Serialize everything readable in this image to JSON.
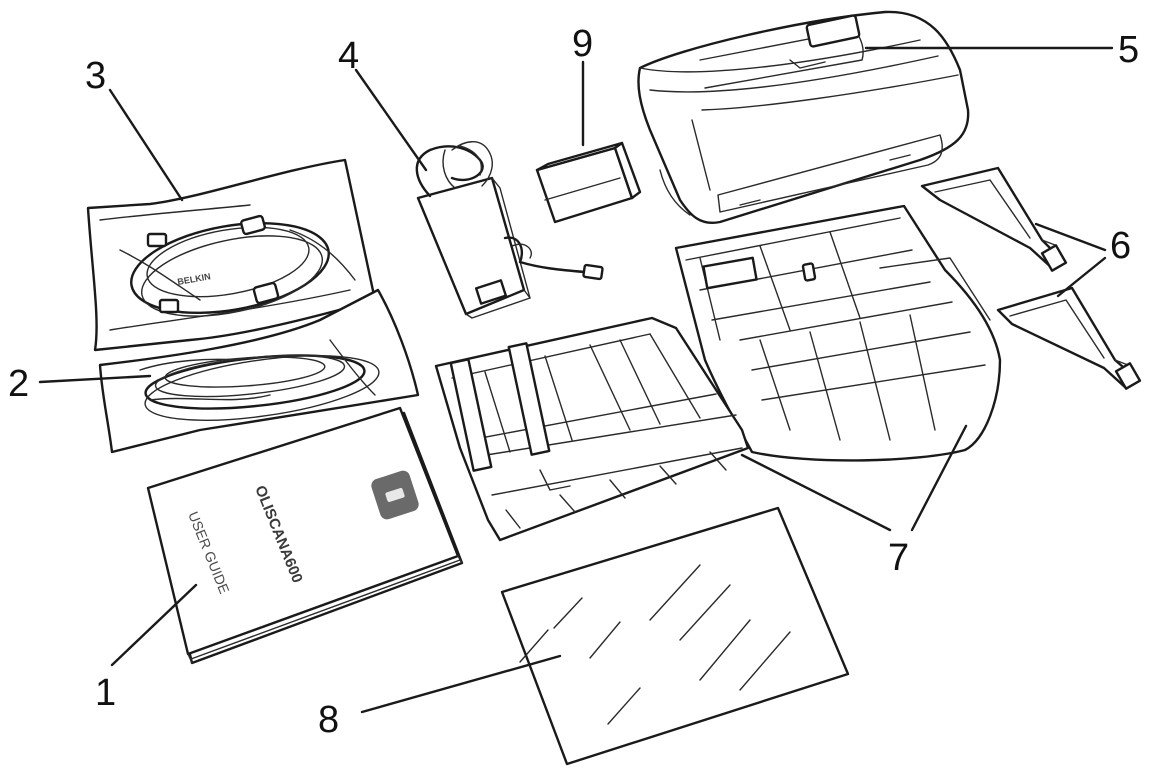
{
  "callouts": {
    "c1": "1",
    "c2": "2",
    "c3": "3",
    "c4": "4",
    "c5": "5",
    "c6": "6",
    "c7": "7",
    "c8": "8",
    "c9": "9"
  },
  "manual": {
    "title": "OLISCANA600",
    "guide": "USER GUIDE"
  }
}
